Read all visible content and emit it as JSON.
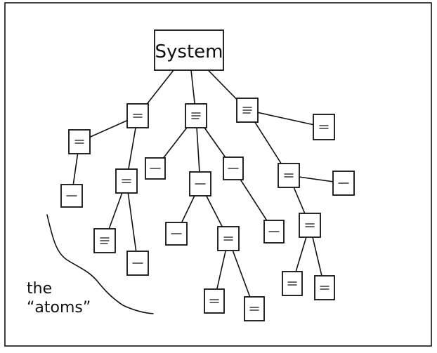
{
  "root": {
    "label": "System"
  },
  "annotation": {
    "line1": "the",
    "line2": "“atoms”"
  },
  "nodes": [
    {
      "id": "a1",
      "lines": 2
    },
    {
      "id": "a2",
      "lines": 3
    },
    {
      "id": "a3",
      "lines": 3
    },
    {
      "id": "b1",
      "lines": 2
    },
    {
      "id": "b2",
      "lines": 1
    },
    {
      "id": "b3",
      "lines": 2
    },
    {
      "id": "b4",
      "lines": 3
    },
    {
      "id": "b5",
      "lines": 1
    },
    {
      "id": "c1",
      "lines": 1
    },
    {
      "id": "c2",
      "lines": 1
    },
    {
      "id": "c3",
      "lines": 1
    },
    {
      "id": "c4",
      "lines": 1
    },
    {
      "id": "c5",
      "lines": 2
    },
    {
      "id": "c6",
      "lines": 1
    },
    {
      "id": "c7",
      "lines": 2
    },
    {
      "id": "c8",
      "lines": 1
    },
    {
      "id": "c9",
      "lines": 2
    },
    {
      "id": "d1",
      "lines": 2
    },
    {
      "id": "d2",
      "lines": 2
    },
    {
      "id": "d3",
      "lines": 2
    },
    {
      "id": "d4",
      "lines": 2
    },
    {
      "id": "a4",
      "lines": 2
    }
  ],
  "edges": [
    [
      "root",
      "a1"
    ],
    [
      "root",
      "a2"
    ],
    [
      "root",
      "a3"
    ],
    [
      "a1",
      "b1"
    ],
    [
      "a1",
      "b3"
    ],
    [
      "b1",
      "b2"
    ],
    [
      "b3",
      "b4"
    ],
    [
      "b3",
      "b5"
    ],
    [
      "a2",
      "c1"
    ],
    [
      "a2",
      "c2"
    ],
    [
      "a2",
      "c3"
    ],
    [
      "c2",
      "c4"
    ],
    [
      "c2",
      "c5"
    ],
    [
      "c3",
      "c6"
    ],
    [
      "c5",
      "d1"
    ],
    [
      "c5",
      "d2"
    ],
    [
      "a3",
      "a4"
    ],
    [
      "a3",
      "c7"
    ],
    [
      "c7",
      "c8"
    ],
    [
      "c7",
      "c9"
    ],
    [
      "c9",
      "d3"
    ],
    [
      "c9",
      "d4"
    ]
  ]
}
